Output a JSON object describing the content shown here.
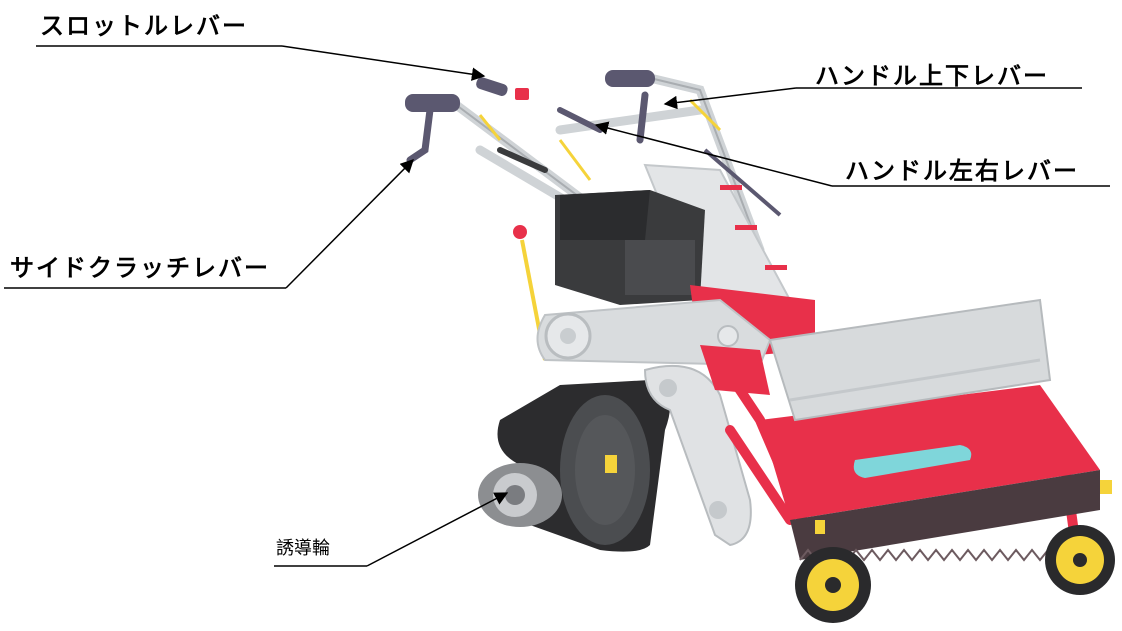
{
  "labels": {
    "throttle_lever": "スロットルレバー",
    "side_clutch_lever": "サイドクラッチレバー",
    "handle_updown_lever": "ハンドル上下レバー",
    "handle_lr_lever": "ハンドル左右レバー",
    "idler_wheel": "誘導輪"
  },
  "colors": {
    "body_red": "#e8304a",
    "yellow": "#f5d33a",
    "frame_gray": "#d7dadc",
    "engine_dark": "#3a3b3d",
    "track_dark": "#2c2c2e",
    "cyan_panel": "#7fd6da",
    "grip_purple": "#5b5870"
  }
}
